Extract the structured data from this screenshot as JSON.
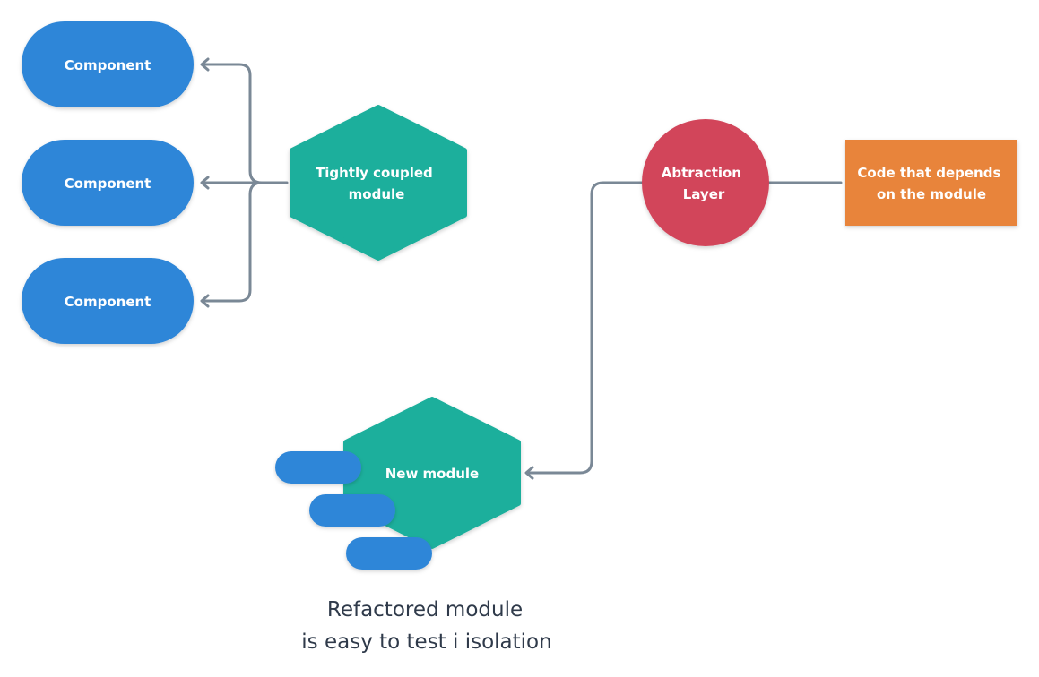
{
  "components": [
    {
      "label": "Component"
    },
    {
      "label": "Component"
    },
    {
      "label": "Component"
    }
  ],
  "tightly_coupled": {
    "line1": "Tightly coupled",
    "line2": "module"
  },
  "abstraction": {
    "line1": "Abtraction",
    "line2": "Layer"
  },
  "code_box": {
    "line1": "Code that depends",
    "line2": "on the module"
  },
  "new_module": {
    "label": "New module"
  },
  "caption": {
    "line1": "Refactored module",
    "line2": "is easy to test i isolation"
  },
  "colors": {
    "component": "#2f86d8",
    "hexagon": "#1caf9c",
    "abstraction": "#d2455a",
    "code_box": "#e8843b",
    "connector": "#7a8896",
    "caption_text": "#2f3a4a"
  }
}
